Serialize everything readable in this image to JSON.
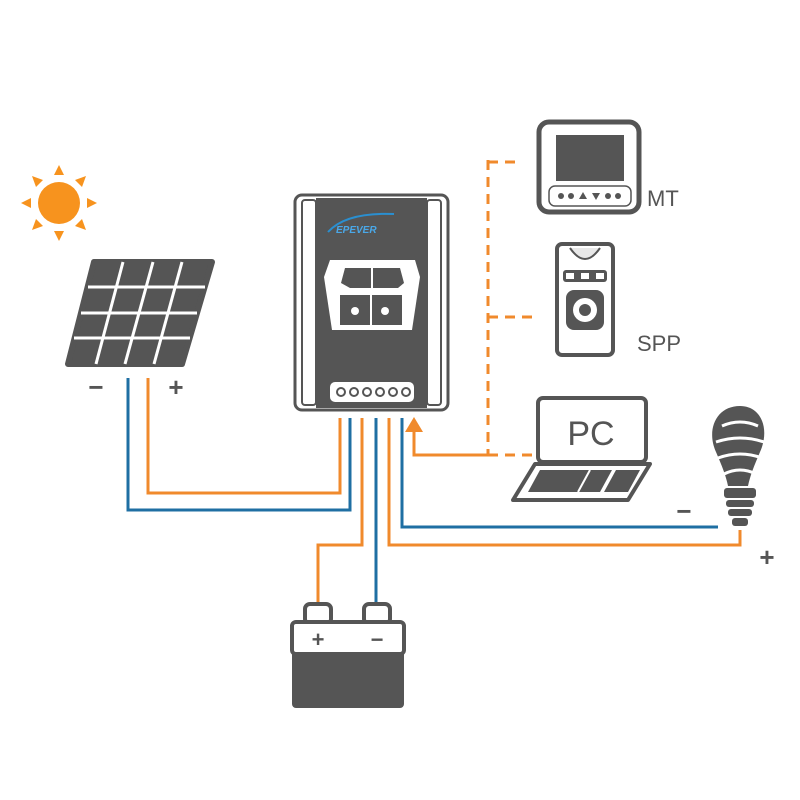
{
  "colors": {
    "orange": "#f08a2c",
    "blue": "#1f6fa3",
    "dark_gray": "#555555",
    "light_gray": "#e8e8e8",
    "sun": "#f7931e",
    "white": "#ffffff"
  },
  "icons": {
    "sun": "sun-icon",
    "solar_panel": "solar-panel-icon",
    "controller": "charge-controller-icon",
    "meter": "remote-meter-icon",
    "spp": "spp-icon",
    "pc": "laptop-icon",
    "bulb": "light-bulb-icon",
    "battery": "battery-icon"
  },
  "brand": {
    "logo_text": "EPEVER"
  },
  "labels": {
    "panel_minus": "−",
    "panel_plus": "+",
    "meter": "MT",
    "spp": "SPP",
    "pc": "PC",
    "load_minus": "−",
    "load_plus": "+",
    "battery_plus": "+",
    "battery_minus": "−"
  }
}
